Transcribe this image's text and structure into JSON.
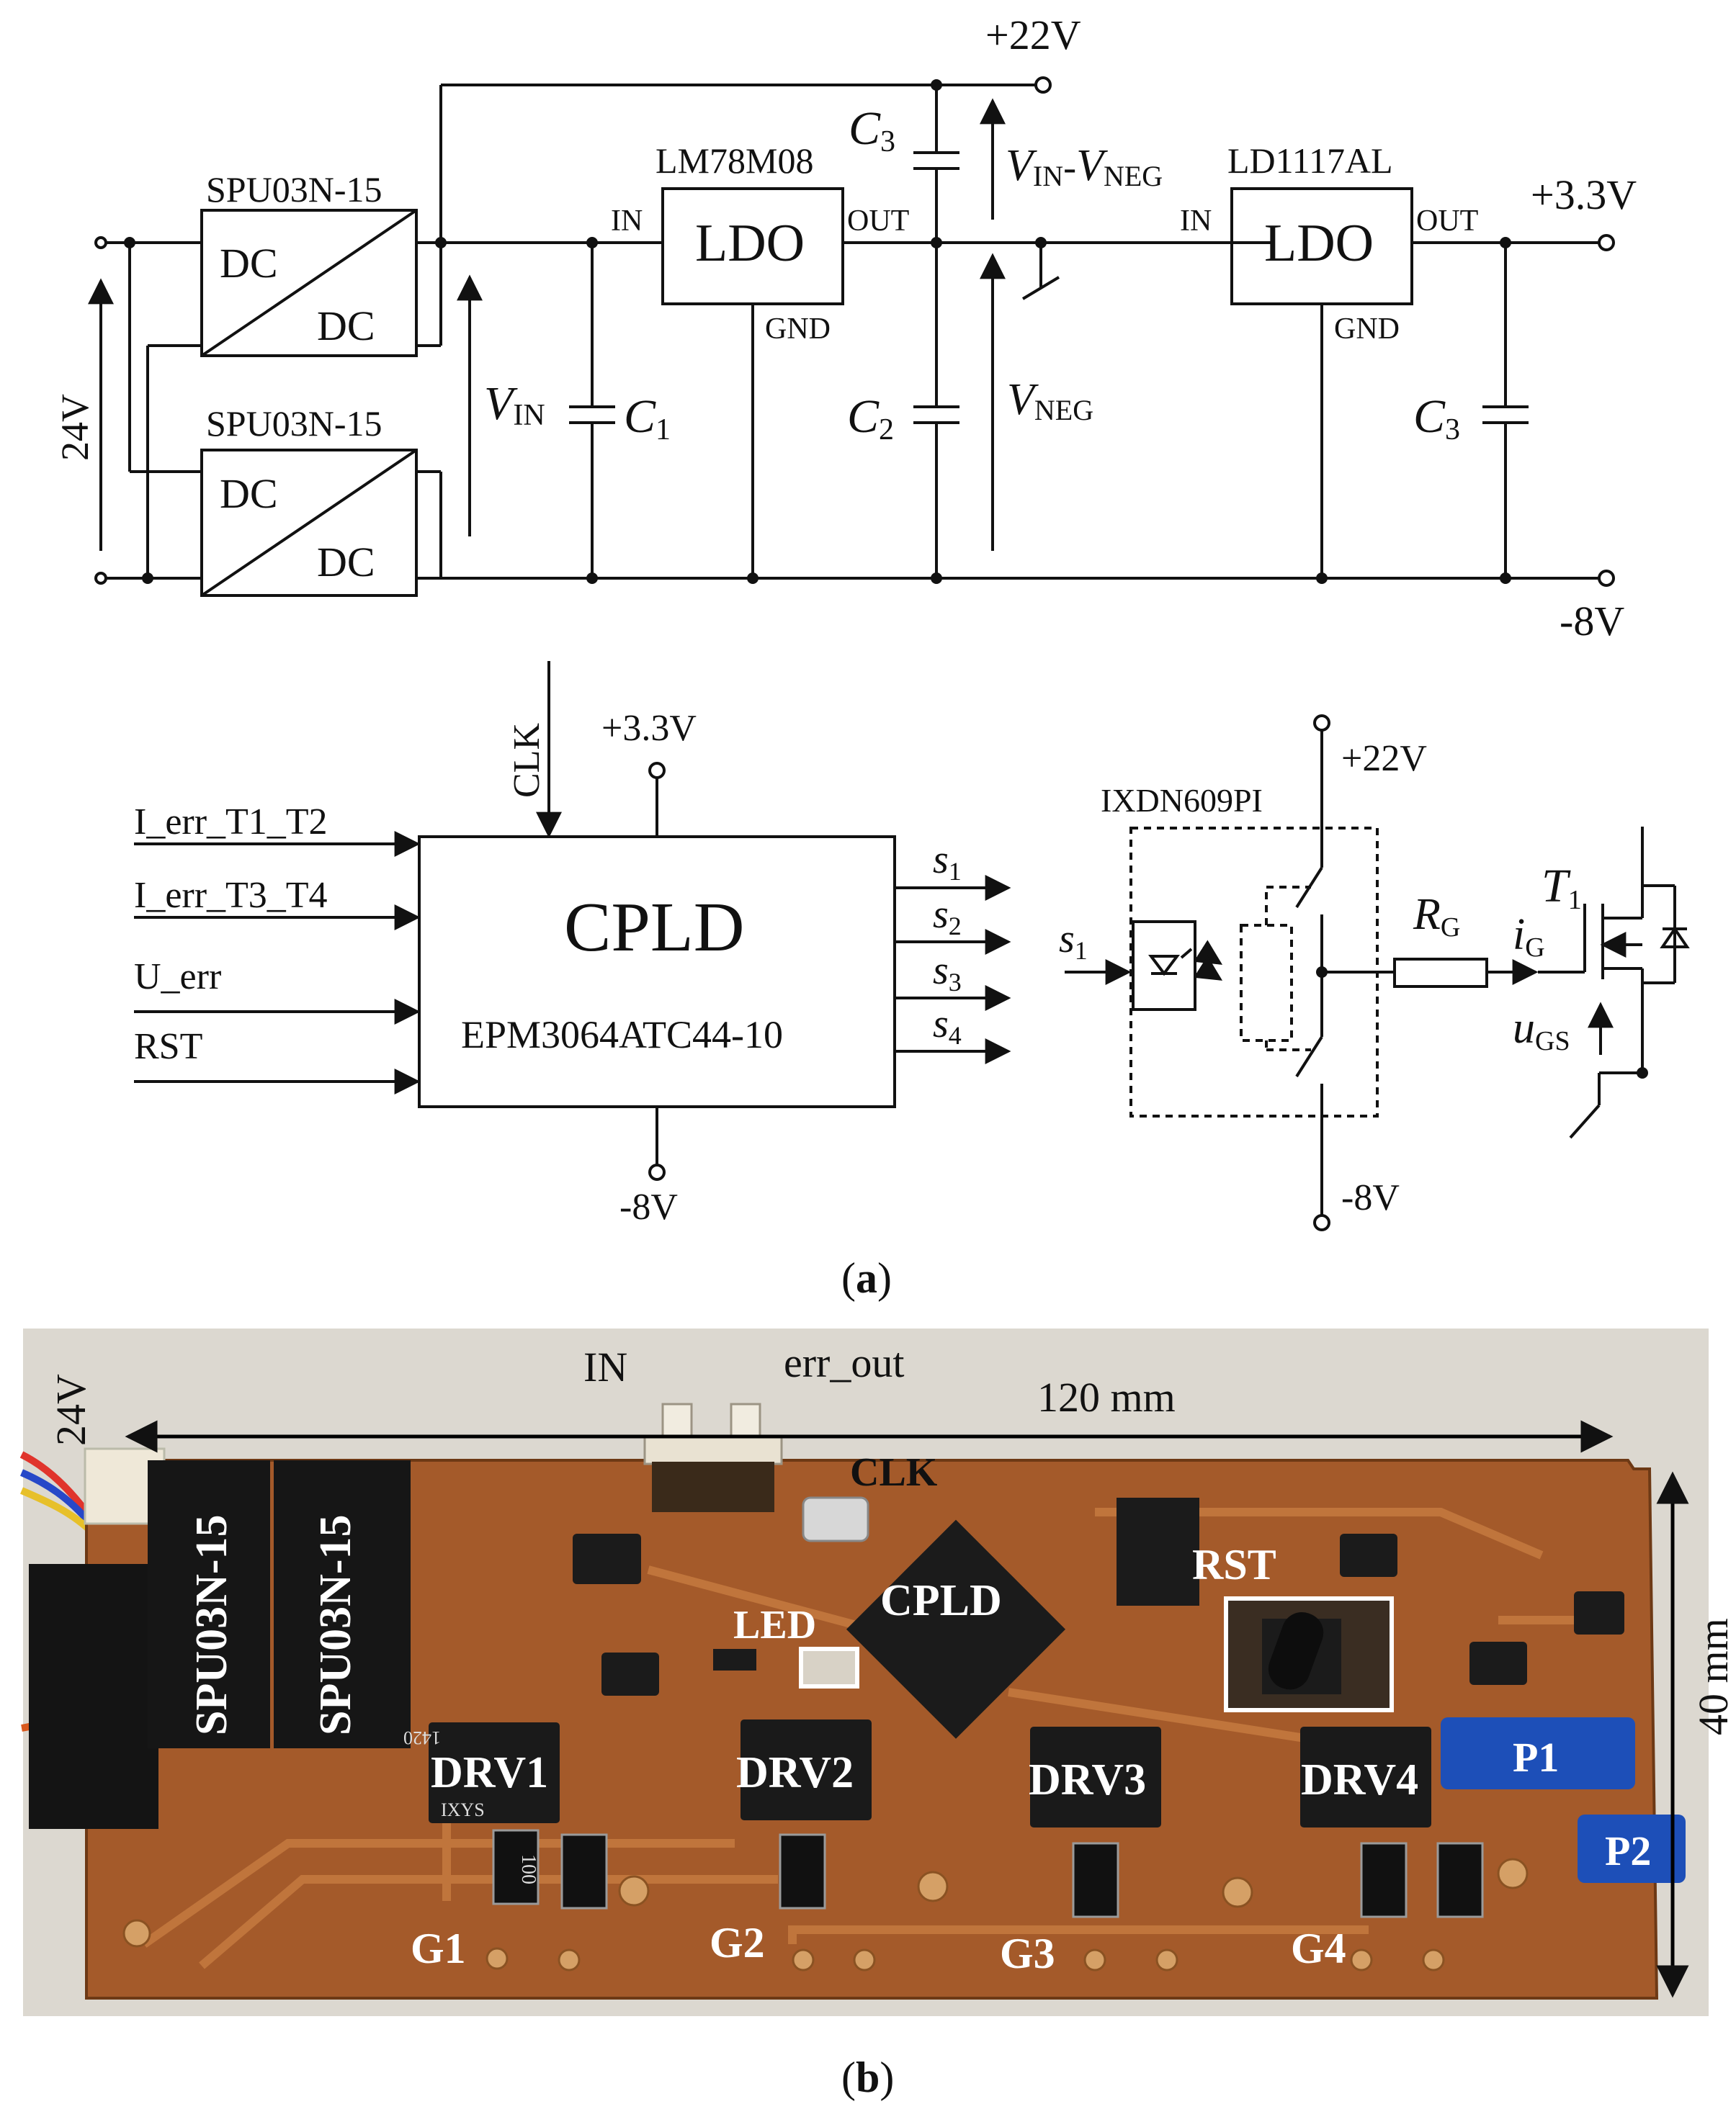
{
  "schematic_power": {
    "input_voltage": "24V",
    "converter_top": {
      "name": "SPU03N-15",
      "in": "DC",
      "out": "DC"
    },
    "converter_bottom": {
      "name": "SPU03N-15",
      "in": "DC",
      "out": "DC"
    },
    "vin": {
      "main": "V",
      "sub": "IN"
    },
    "c1": {
      "main": "C",
      "sub": "1"
    },
    "ldo1": {
      "part": "LM78M08",
      "label": "LDO",
      "in": "IN",
      "out": "OUT",
      "gnd": "GND"
    },
    "c3_top": {
      "main": "C",
      "sub": "3"
    },
    "c2": {
      "main": "C",
      "sub": "2"
    },
    "rail_p22": "+22V",
    "vin_minus_vneg": {
      "a_main": "V",
      "a_sub": "IN",
      "dash": "-",
      "b_main": "V",
      "b_sub": "NEG"
    },
    "vneg": {
      "main": "V",
      "sub": "NEG"
    },
    "ldo2": {
      "part": "LD1117AL",
      "label": "LDO",
      "in": "IN",
      "out": "OUT",
      "gnd": "GND"
    },
    "rail_p33": "+3.3V",
    "c3_right": {
      "main": "C",
      "sub": "3"
    },
    "rail_m8": "-8V"
  },
  "schematic_logic": {
    "clk": "CLK",
    "supply_top": "+3.3V",
    "supply_bottom": "-8V",
    "inputs": [
      "I_err_T1_T2",
      "I_err_T3_T4",
      "U_err",
      "RST"
    ],
    "cpld": {
      "title": "CPLD",
      "part": "EPM3064ATC44-10"
    },
    "outputs": [
      {
        "main": "s",
        "sub": "1"
      },
      {
        "main": "s",
        "sub": "2"
      },
      {
        "main": "s",
        "sub": "3"
      },
      {
        "main": "s",
        "sub": "4"
      }
    ],
    "driver": {
      "part": "IXDN609PI",
      "input": {
        "main": "s",
        "sub": "1"
      },
      "supply_top": "+22V",
      "supply_bottom": "-8V",
      "rg": {
        "main": "R",
        "sub": "G"
      },
      "ig": {
        "main": "i",
        "sub": "G"
      },
      "t1": {
        "main": "T",
        "sub": "1"
      },
      "ugs": {
        "main": "u",
        "sub": "GS"
      }
    }
  },
  "caption_a": {
    "open": "(",
    "letter": "a",
    "close": ")"
  },
  "photo": {
    "side_label": "24V",
    "connector_in": "IN",
    "connector_err": "err_out",
    "width_dim": "120 mm",
    "height_dim": "40 mm",
    "converters": [
      "SPU03N-15",
      "SPU03N-15"
    ],
    "clk": "CLK",
    "cpld": "CPLD",
    "led": "LED",
    "rst": "RST",
    "drivers": [
      "DRV1",
      "DRV2",
      "DRV3",
      "DRV4"
    ],
    "gates": [
      "G1",
      "G2",
      "G3",
      "G4"
    ],
    "pots": [
      "P1",
      "P2"
    ],
    "resistor_code": "100",
    "ic_marking": "1420",
    "ic_brand": "IXYS"
  },
  "caption_b": {
    "open": "(",
    "letter": "b",
    "close": ")"
  },
  "colors": {
    "pcb": "#a45a2a",
    "copper": "#c57a40",
    "chip": "#1b1b1b",
    "pot_blue": "#1d4fb8",
    "photo_bg": "#dcd8d0"
  }
}
